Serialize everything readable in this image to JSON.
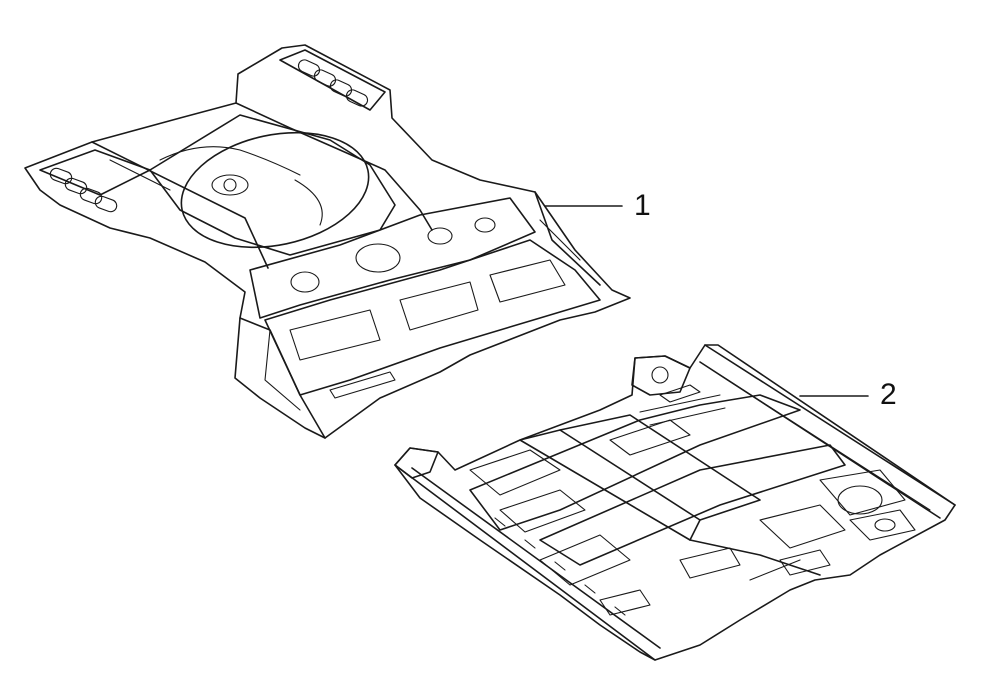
{
  "diagram": {
    "callouts": [
      {
        "id": "1",
        "label": "1"
      },
      {
        "id": "2",
        "label": "2"
      }
    ],
    "line_color": "#1a1a1a",
    "background": "#ffffff"
  }
}
